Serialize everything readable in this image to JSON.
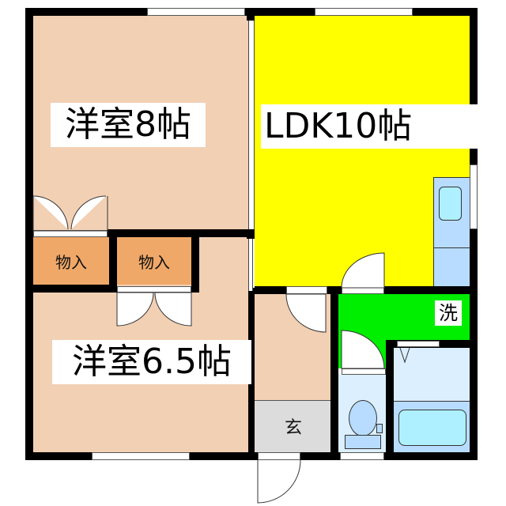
{
  "floorplan": {
    "colors": {
      "western_room": "#f2d0b4",
      "closet": "#f0a868",
      "ldk": "#ffff00",
      "washroom": "#00ee00",
      "entrance": "#dcdcdc",
      "wet_area": "#dcefff",
      "fixture": "#b8dcff",
      "fixture_inner": "#aef0ff",
      "wall": "#000000"
    },
    "rooms": {
      "western_8": {
        "label": "洋室8帖"
      },
      "western_65": {
        "label": "洋室6.5帖"
      },
      "ldk": {
        "label": "LDK10帖"
      },
      "closet_1": {
        "label": "物入"
      },
      "closet_2": {
        "label": "物入"
      },
      "washroom": {
        "label": "洗"
      },
      "entrance": {
        "label": "玄"
      },
      "toilet": {
        "label": ""
      },
      "bathroom": {
        "label": ""
      },
      "hall": {
        "label": ""
      }
    }
  }
}
